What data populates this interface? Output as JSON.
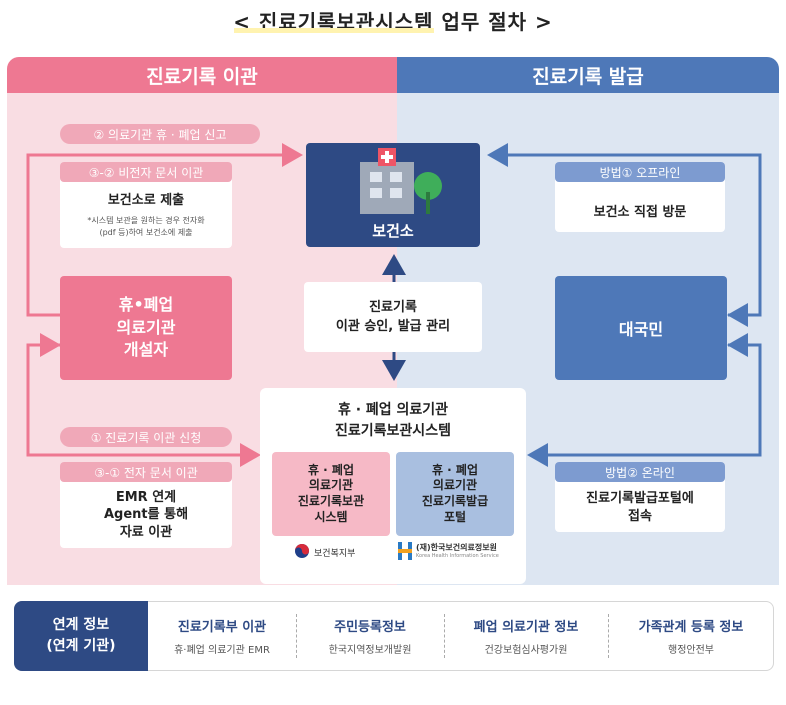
{
  "title": "< 진료기록보관시스템 업무 절차 >",
  "left_header": "진료기록 이관",
  "right_header": "진료기록 발급",
  "step2_pill": "② 의료기관 휴 · 폐업 신고",
  "step32_pill": "③-② 비전자 문서 이관",
  "health_center_submit": "보건소로 제출",
  "note_line1": "*시스템 보관을 원하는 경우 전자화",
  "note_line2": "(pdf 등)하여 보건소에 제출",
  "health_center": "보건소",
  "opener_line1": "휴•폐업",
  "opener_line2": "의료기관",
  "opener_line3": "개설자",
  "approve_line1": "진료기록",
  "approve_line2": "이관 승인, 발급 관리",
  "citizen": "대국민",
  "method1_pill": "방법① 오프라인",
  "method1_text": "보건소 직접 방문",
  "method2_pill": "방법② 온라인",
  "method2_line1": "진료기록발급포털에",
  "method2_line2": "접속",
  "step1_pill": "① 진료기록 이관 신청",
  "step31_pill": "③-① 전자 문서 이관",
  "emr_line1": "EMR 연계",
  "emr_line2": "Agent를 통해",
  "emr_line3": "자료 이관",
  "system_title_line1": "휴 · 폐업 의료기관",
  "system_title_line2": "진료기록보관시스템",
  "sys_left": [
    "휴 · 폐업",
    "의료기관",
    "진료기록보관",
    "시스템"
  ],
  "sys_right": [
    "휴 · 폐업",
    "의료기관",
    "진료기록발급",
    "포털"
  ],
  "logo_mohw": "보건복지부",
  "logo_khis": "(재)한국보건의료정보원",
  "logo_khis_en": "Korea Health Information Service",
  "bottom_label_line1": "연계 정보",
  "bottom_label_line2": "(연계 기관)",
  "links": [
    {
      "title": "진료기록부 이관",
      "sub": "휴·폐업 의료기관 EMR"
    },
    {
      "title": "주민등록정보",
      "sub": "한국지역정보개발원"
    },
    {
      "title": "폐업 의료기관 정보",
      "sub": "건강보험심사평가원"
    },
    {
      "title": "가족관계 등록 정보",
      "sub": "행정안전부"
    }
  ],
  "colors": {
    "pink": "#ee7892",
    "light_pink": "#f9dde3",
    "blue": "#4e78b8",
    "light_blue": "#dde6f2",
    "navy": "#2e4a84"
  }
}
